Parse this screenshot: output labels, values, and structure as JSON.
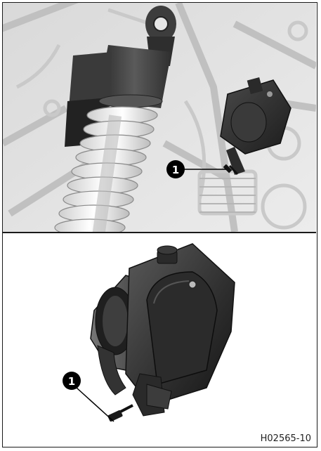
{
  "figure": {
    "code": "H02565-10",
    "callouts": [
      {
        "panel": "top",
        "number": "1",
        "part": "throttle-body-adjust-screw"
      },
      {
        "panel": "bottom",
        "number": "1",
        "part": "throttle-body-adjust-screw"
      }
    ]
  }
}
